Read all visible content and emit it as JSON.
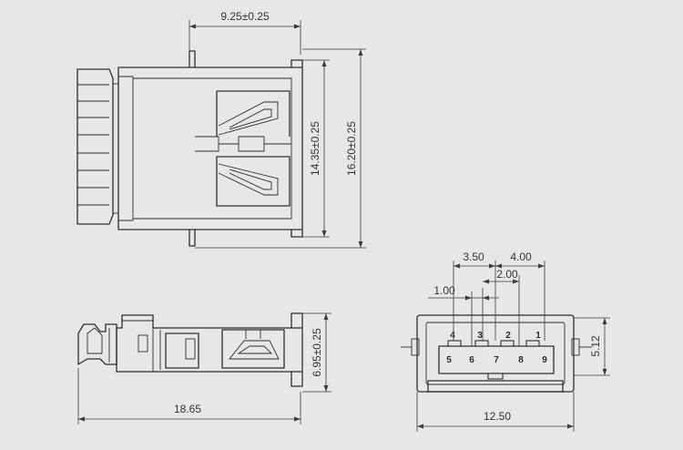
{
  "top_view": {
    "dim_width": "9.25±0.25",
    "dim_inner_height": "14.35±0.25",
    "dim_outer_height": "16.20±0.25"
  },
  "side_view": {
    "dim_height": "6.95±0.25",
    "dim_length": "18.65"
  },
  "front_view": {
    "dim_pitch_a": "3.50",
    "dim_pitch_b": "4.00",
    "dim_pitch_c": "2.00",
    "dim_pitch_d": "1.00",
    "dim_width": "12.50",
    "dim_height": "5.12",
    "top_pins": [
      "4",
      "3",
      "2",
      "1"
    ],
    "bottom_pins": [
      "5",
      "6",
      "7",
      "8",
      "9"
    ]
  }
}
